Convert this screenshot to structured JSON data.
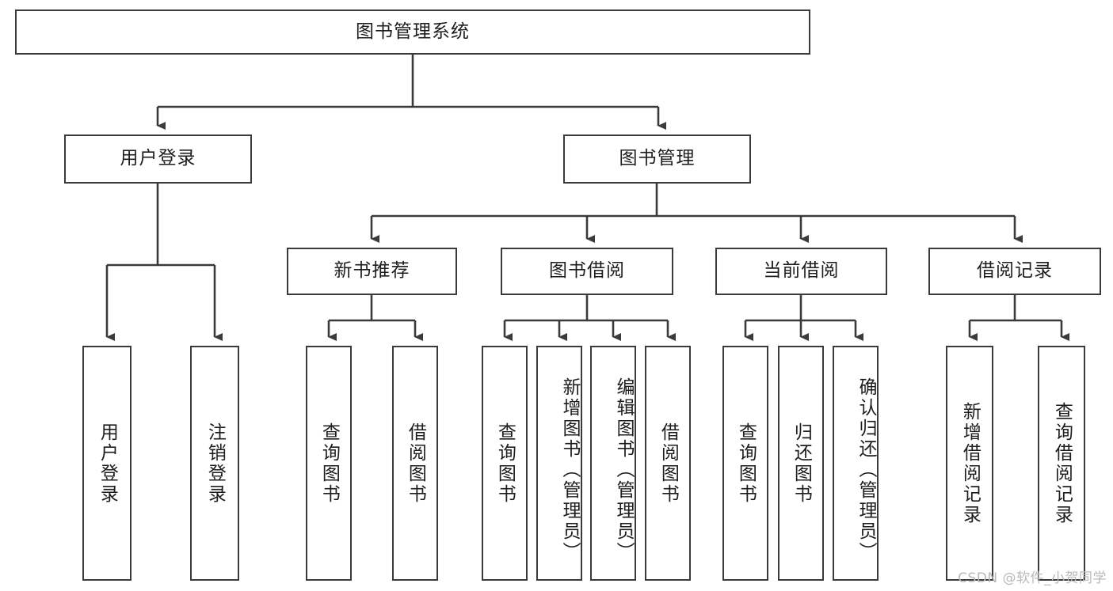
{
  "diagram": {
    "title": "图书管理系统",
    "type": "hierarchy-tree",
    "watermark": "CSDN @软件_小贺同学",
    "colors": {
      "stroke": "#3a3a3a",
      "fill": "#ffffff",
      "text": "#1d1d1d",
      "watermark": "#b9b9b9"
    },
    "root": {
      "label": "图书管理系统"
    },
    "level2": [
      {
        "label": "用户登录"
      },
      {
        "label": "图书管理"
      }
    ],
    "level3": [
      {
        "label": "新书推荐"
      },
      {
        "label": "图书借阅"
      },
      {
        "label": "当前借阅"
      },
      {
        "label": "借阅记录"
      }
    ],
    "leaves": {
      "user_login": [
        {
          "label": "用户登录"
        },
        {
          "label": "注销登录"
        }
      ],
      "new_book": [
        {
          "label": "查询图书"
        },
        {
          "label": "借阅图书"
        }
      ],
      "book_borrow": [
        {
          "label": "查询图书"
        },
        {
          "label": "新增图书（管理员）"
        },
        {
          "label": "编辑图书（管理员）"
        },
        {
          "label": "借阅图书"
        }
      ],
      "current_borrow": [
        {
          "label": "查询图书"
        },
        {
          "label": "归还图书"
        },
        {
          "label": "确认归还（管理员）"
        }
      ],
      "borrow_record": [
        {
          "label": "新增借阅记录"
        },
        {
          "label": "查询借阅记录"
        }
      ]
    }
  }
}
